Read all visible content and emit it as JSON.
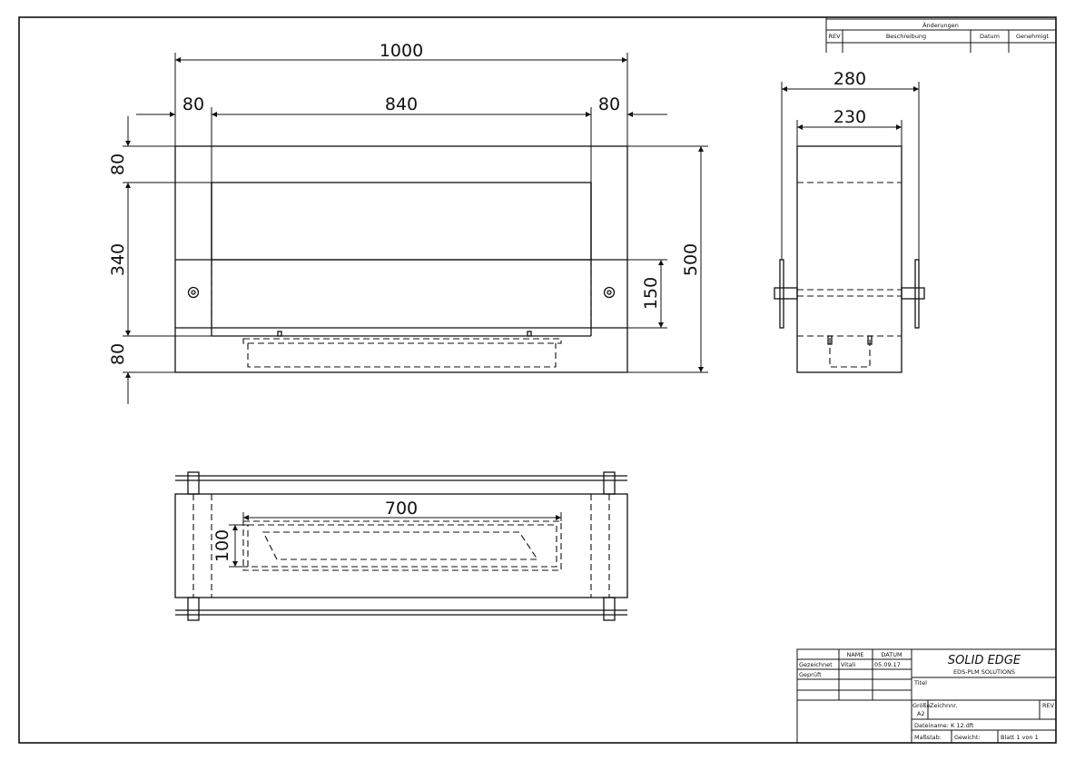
{
  "dimensions": {
    "front_total_width": "1000",
    "front_left_leg": "80",
    "front_middle": "840",
    "front_right_leg": "80",
    "front_height_total": "500",
    "front_top_band": "80",
    "front_middle_band": "340",
    "front_bottom_band": "80",
    "front_panel_height": "150",
    "side_outer_width": "280",
    "side_inner_width": "230",
    "top_burner_length": "700",
    "top_burner_width": "100"
  },
  "revision_block": {
    "header": "Änderungen",
    "columns": [
      "REV",
      "Beschreibung",
      "Datum",
      "Genehmigt"
    ]
  },
  "title_block": {
    "col_name": "NAME",
    "col_date": "DATUM",
    "drawn_label": "Gezeichnet",
    "drawn_name": "Vitali",
    "drawn_date": "05.09.17",
    "checked_label": "Geprüft",
    "logo_line1": "SOLID EDGE",
    "logo_line2": "EDS-PLM SOLUTIONS",
    "title_label": "Titel",
    "size_label": "Größe",
    "size_value": "A2",
    "drawing_no_label": "Zeichnnr.",
    "rev_label": "REV",
    "file_label": "Dateiname: K 12.dft",
    "scale_label": "Maßstab:",
    "weight_label": "Gewicht:",
    "sheet_label": "Blatt 1 von 1"
  }
}
